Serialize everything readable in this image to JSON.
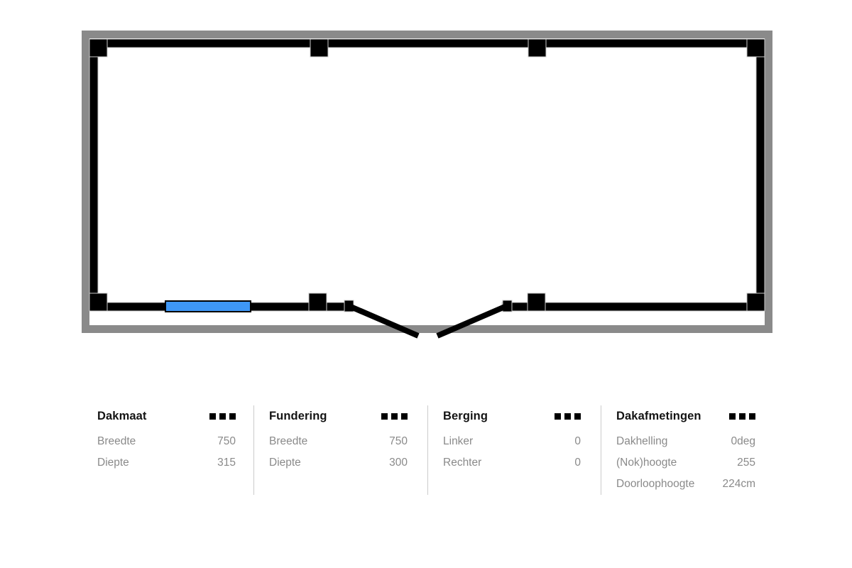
{
  "colors": {
    "page_bg": "#ffffff",
    "frame": "#8a8a8a",
    "wall": "#000000",
    "wall_outline": "#c8c8c8",
    "floor": "#ffffff",
    "glass": "#3e97f6",
    "divider": "#cccccc",
    "title_ink": "#141414",
    "row_ink": "#8a8a8a"
  },
  "plan": {
    "type": "shed-floorplan-top-view",
    "features": {
      "window_icon": "blue-window-strip",
      "door_icon": "double-swing-door",
      "post_icon": "black-square-post"
    }
  },
  "specs": {
    "menu_icon": "three-squares-menu-icon",
    "columns": [
      {
        "title": "Dakmaat",
        "rows": [
          {
            "label": "Breedte",
            "value": "750"
          },
          {
            "label": "Diepte",
            "value": "315"
          }
        ]
      },
      {
        "title": "Fundering",
        "rows": [
          {
            "label": "Breedte",
            "value": "750"
          },
          {
            "label": "Diepte",
            "value": "300"
          }
        ]
      },
      {
        "title": "Berging",
        "rows": [
          {
            "label": "Linker",
            "value": "0"
          },
          {
            "label": "Rechter",
            "value": "0"
          }
        ]
      },
      {
        "title": "Dakafmetingen",
        "rows": [
          {
            "label": "Dakhelling",
            "value": "0deg"
          },
          {
            "label": "(Nok)hoogte",
            "value": "255"
          },
          {
            "label": "Doorloophoogte",
            "value": "224cm"
          }
        ]
      }
    ]
  }
}
